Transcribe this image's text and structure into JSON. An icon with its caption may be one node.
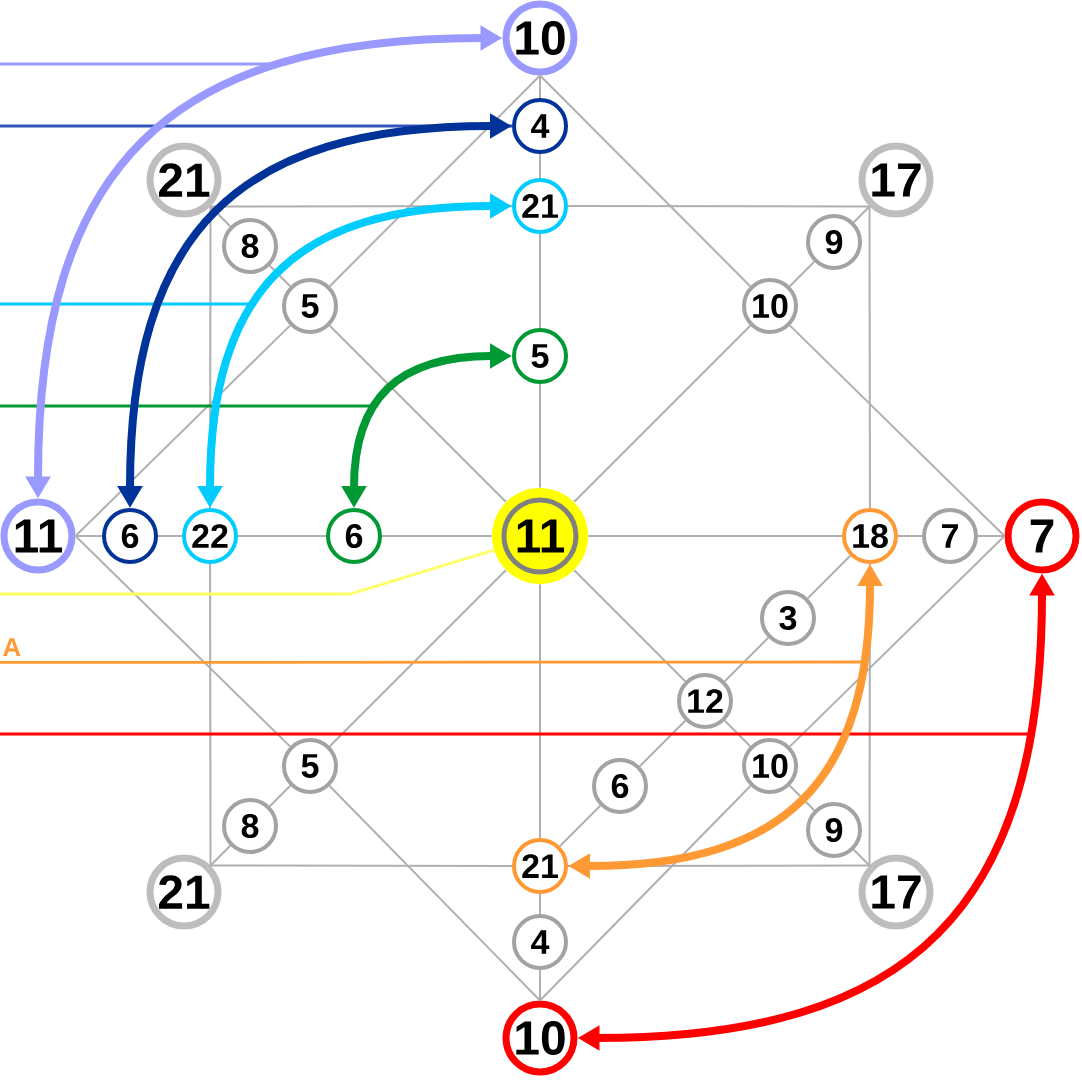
{
  "diagram": {
    "nodes": [
      {
        "text": [
          "10"
        ]
      },
      {
        "text": [
          "4"
        ]
      },
      {
        "text": [
          "21"
        ]
      },
      {
        "text": [
          "17"
        ]
      },
      {
        "text": [
          "21"
        ]
      },
      {
        "text": [
          "8"
        ]
      },
      {
        "text": [
          "9"
        ]
      },
      {
        "text": [
          "5"
        ]
      },
      {
        "text": [
          "10"
        ]
      },
      {
        "text": [
          "5"
        ]
      },
      {
        "text": [
          "11"
        ]
      },
      {
        "text": [
          "6"
        ]
      },
      {
        "text": [
          "22"
        ]
      },
      {
        "text": [
          "6"
        ]
      },
      {
        "text": [
          "11"
        ]
      },
      {
        "text": [
          "18"
        ]
      },
      {
        "text": [
          "7"
        ]
      },
      {
        "text": [
          "7"
        ]
      },
      {
        "text": [
          "3"
        ]
      },
      {
        "text": [
          "A"
        ]
      },
      {
        "text": [
          "12"
        ]
      },
      {
        "text": [
          "5"
        ]
      },
      {
        "text": [
          "6"
        ]
      },
      {
        "text": [
          "10"
        ]
      },
      {
        "text": [
          "8"
        ]
      },
      {
        "text": [
          "9"
        ]
      },
      {
        "text": [
          "21"
        ]
      },
      {
        "text": [
          "21"
        ]
      },
      {
        "text": [
          "17"
        ]
      },
      {
        "text": [
          "4"
        ]
      },
      {
        "text": [
          "10"
        ]
      }
    ],
    "edges": [
      {
        "from": 0,
        "to": 1,
        "arrow": "none"
      },
      {
        "from": 1,
        "to": 4,
        "arrow": "none"
      },
      {
        "from": 4,
        "to": 9,
        "arrow": "none"
      },
      {
        "from": 9,
        "to": 14,
        "arrow": "none"
      },
      {
        "from": 14,
        "to": 26,
        "arrow": "none"
      },
      {
        "from": 26,
        "to": 29,
        "arrow": "none"
      },
      {
        "from": 29,
        "to": 30,
        "arrow": "none"
      },
      {
        "from": 10,
        "to": 11,
        "arrow": "none"
      },
      {
        "from": 11,
        "to": 12,
        "arrow": "none"
      },
      {
        "from": 12,
        "to": 13,
        "arrow": "none"
      },
      {
        "from": 13,
        "to": 14,
        "arrow": "none"
      },
      {
        "from": 14,
        "to": 15,
        "arrow": "none"
      },
      {
        "from": 15,
        "to": 16,
        "arrow": "none"
      },
      {
        "from": 16,
        "to": 17,
        "arrow": "none"
      },
      {
        "from": 2,
        "to": 4,
        "arrow": "none"
      },
      {
        "from": 4,
        "to": 3,
        "arrow": "none"
      },
      {
        "from": 2,
        "to": 12,
        "arrow": "none"
      },
      {
        "from": 12,
        "to": 27,
        "arrow": "none"
      },
      {
        "from": 3,
        "to": 15,
        "arrow": "none"
      },
      {
        "from": 15,
        "to": 28,
        "arrow": "none"
      },
      {
        "from": 27,
        "to": 26,
        "arrow": "none"
      },
      {
        "from": 26,
        "to": 28,
        "arrow": "none"
      },
      {
        "from": 0,
        "to": 7,
        "arrow": "none"
      },
      {
        "from": 7,
        "to": 10,
        "arrow": "none"
      },
      {
        "from": 0,
        "to": 8,
        "arrow": "none"
      },
      {
        "from": 8,
        "to": 17,
        "arrow": "none"
      },
      {
        "from": 17,
        "to": 23,
        "arrow": "none"
      },
      {
        "from": 23,
        "to": 30,
        "arrow": "none"
      },
      {
        "from": 30,
        "to": 21,
        "arrow": "none"
      },
      {
        "from": 21,
        "to": 10,
        "arrow": "none"
      },
      {
        "from": 14,
        "to": 7,
        "arrow": "none"
      },
      {
        "from": 7,
        "to": 5,
        "arrow": "none"
      },
      {
        "from": 5,
        "to": 2,
        "arrow": "none"
      },
      {
        "from": 14,
        "to": 8,
        "arrow": "none"
      },
      {
        "from": 8,
        "to": 6,
        "arrow": "none"
      },
      {
        "from": 6,
        "to": 3,
        "arrow": "none"
      },
      {
        "from": 14,
        "to": 21,
        "arrow": "none"
      },
      {
        "from": 21,
        "to": 24,
        "arrow": "none"
      },
      {
        "from": 24,
        "to": 27,
        "arrow": "none"
      },
      {
        "from": 14,
        "to": 20,
        "arrow": "none"
      },
      {
        "from": 20,
        "to": 23,
        "arrow": "none"
      },
      {
        "from": 23,
        "to": 25,
        "arrow": "none"
      },
      {
        "from": 25,
        "to": 28,
        "arrow": "none"
      },
      {
        "from": 15,
        "to": 18,
        "arrow": "none"
      },
      {
        "from": 18,
        "to": 20,
        "arrow": "none"
      },
      {
        "from": 20,
        "to": 22,
        "arrow": "none"
      },
      {
        "from": 22,
        "to": 26,
        "arrow": "none"
      },
      {
        "from": 10,
        "to": 0,
        "arrow": "both",
        "style": "thick",
        "color": "#9999ff"
      },
      {
        "from": 11,
        "to": 1,
        "arrow": "both",
        "style": "thick",
        "color": "#003399"
      },
      {
        "from": 12,
        "to": 4,
        "arrow": "both",
        "style": "thick",
        "color": "#00ccff"
      },
      {
        "from": 13,
        "to": 9,
        "arrow": "both",
        "style": "thick",
        "color": "#009933"
      },
      {
        "from": 15,
        "to": 26,
        "arrow": "both",
        "style": "thick",
        "color": "#ff9933"
      },
      {
        "from": 17,
        "to": 30,
        "arrow": "both",
        "style": "thick",
        "color": "#ff0000"
      },
      {
        "from": null,
        "to": 14,
        "arrow": "none",
        "color": "#ffff66"
      },
      {
        "from": null,
        "to": 1,
        "arrow": "none",
        "color": "#3355bb"
      },
      {
        "from": 19,
        "to": null,
        "arrow": "none",
        "color": "#ff9933"
      }
    ]
  }
}
